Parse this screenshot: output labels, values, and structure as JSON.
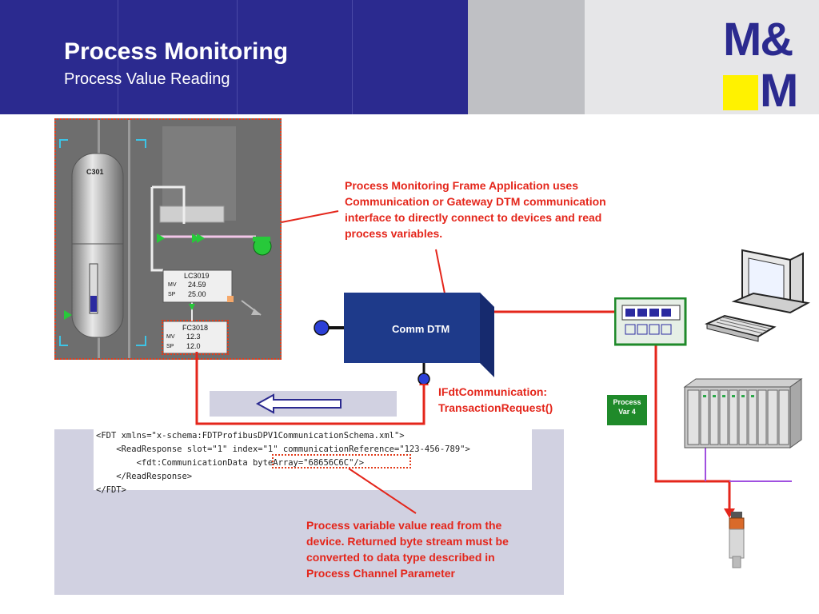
{
  "header": {
    "title": "Process Monitoring",
    "subtitle": "Process Value Reading",
    "logo_top": "M&",
    "logo_bottom": "M"
  },
  "scada": {
    "tank_label": "C301",
    "tag1": {
      "name": "LC3019",
      "val1": "24.59",
      "val2": "25.00",
      "prefix1": "MV",
      "prefix2": "SP"
    },
    "tag2": {
      "name": "FC3018",
      "val1": "12.3",
      "val2": "12.0",
      "prefix1": "MV",
      "prefix2": "SP"
    }
  },
  "notes": {
    "top": [
      "Process Monitoring Frame Application uses",
      "Communication or Gateway DTM communication",
      "interface to directly connect to devices and read",
      "process variables."
    ],
    "bottom": [
      "Process variable value read from the",
      "device. Returned byte stream must be",
      "converted to data type described in",
      "Process Channel Parameter"
    ],
    "interface": [
      "IFdtCommunication:",
      "TransactionRequest()"
    ]
  },
  "comm_dtm_label": "Comm DTM",
  "process_var": [
    "Process",
    "Var 4"
  ],
  "xml": {
    "line1": "<FDT xmlns=\"x-schema:FDTProfibusDPV1CommunicationSchema.xml\">",
    "line2": "    <ReadResponse slot=\"1\" index=\"1\" communicationReference=\"123-456-789\">",
    "line3": "        <fdt:CommunicationData byteArray=\"68656C6C\"/>",
    "line4": "    </ReadResponse>",
    "line5": "</FDT>"
  },
  "colors": {
    "header": "#2b2a8f",
    "accent_red": "#e4261b",
    "logo_yellow": "#fff200",
    "dtm_blue": "#1e3a8a"
  }
}
